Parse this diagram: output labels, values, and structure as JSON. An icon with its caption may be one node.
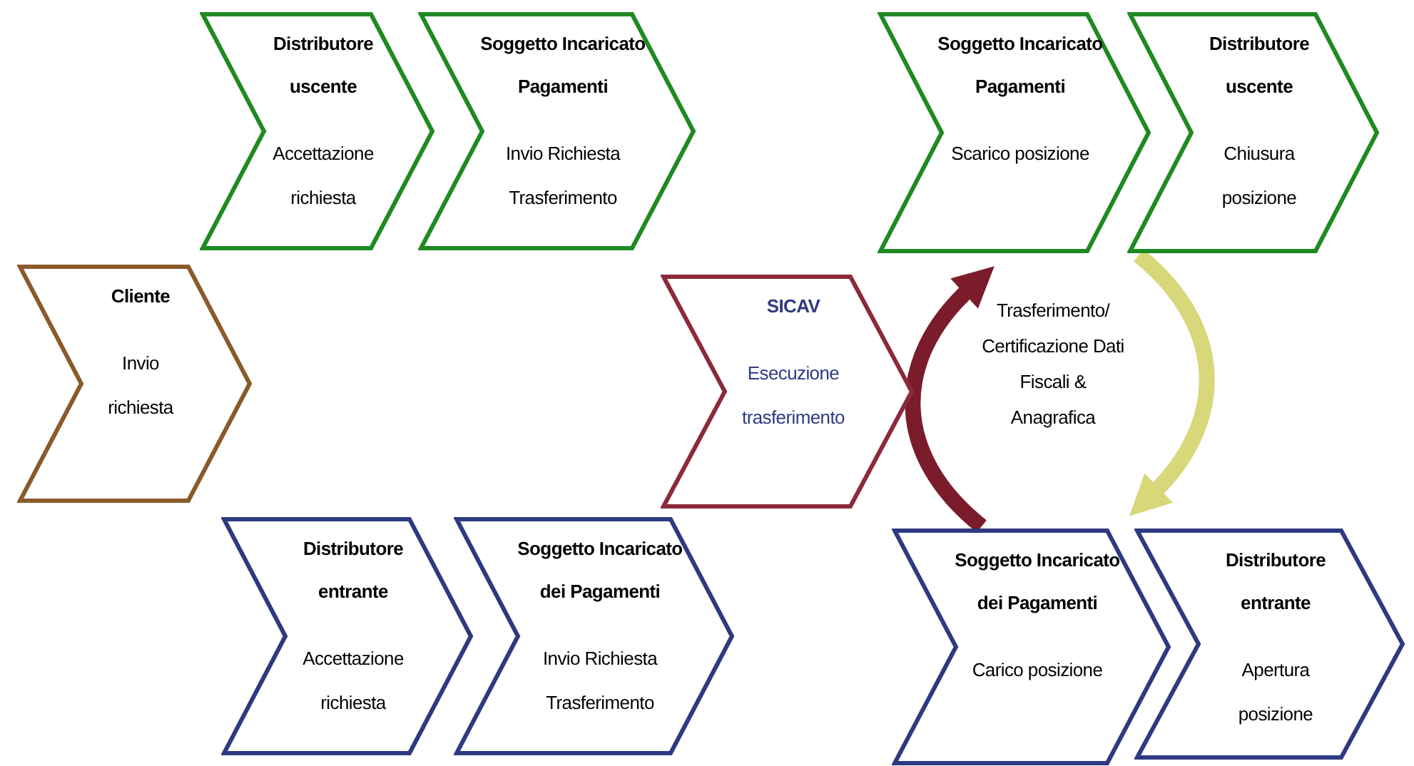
{
  "diagram": {
    "nodes": [
      {
        "text": [
          "Distributore uscente",
          "Accettazione richiesta"
        ]
      },
      {
        "text": [
          "Soggetto Incaricato Pagamenti",
          "Invio Richiesta Trasferimento"
        ]
      },
      {
        "text": [
          "Soggetto Incaricato Pagamenti",
          "Scarico posizione"
        ]
      },
      {
        "text": [
          "Distributore uscente",
          "Chiusura posizione"
        ]
      },
      {
        "text": [
          "Cliente",
          "Invio richiesta"
        ]
      },
      {
        "text": [
          "SICAV",
          "Esecuzione trasferimento"
        ]
      },
      {
        "text": [
          "Trasferimento/ Certificazione Dati Fiscali & Anagrafica"
        ]
      },
      {
        "text": [
          "Distributore entrante",
          "Accettazione richiesta"
        ]
      },
      {
        "text": [
          "Soggetto Incaricato dei Pagamenti",
          "Invio Richiesta Trasferimento"
        ]
      },
      {
        "text": [
          "Soggetto Incaricato dei Pagamenti",
          "Carico posizione"
        ]
      },
      {
        "text": [
          "Distributore entrante",
          "Apertura posizione"
        ]
      }
    ],
    "edges": [
      {
        "from": 9,
        "to": 2,
        "arrow": "to",
        "color": "#7a1c2a"
      },
      {
        "from": 3,
        "to": 10,
        "arrow": "to",
        "color": "#d8d77a"
      }
    ]
  }
}
